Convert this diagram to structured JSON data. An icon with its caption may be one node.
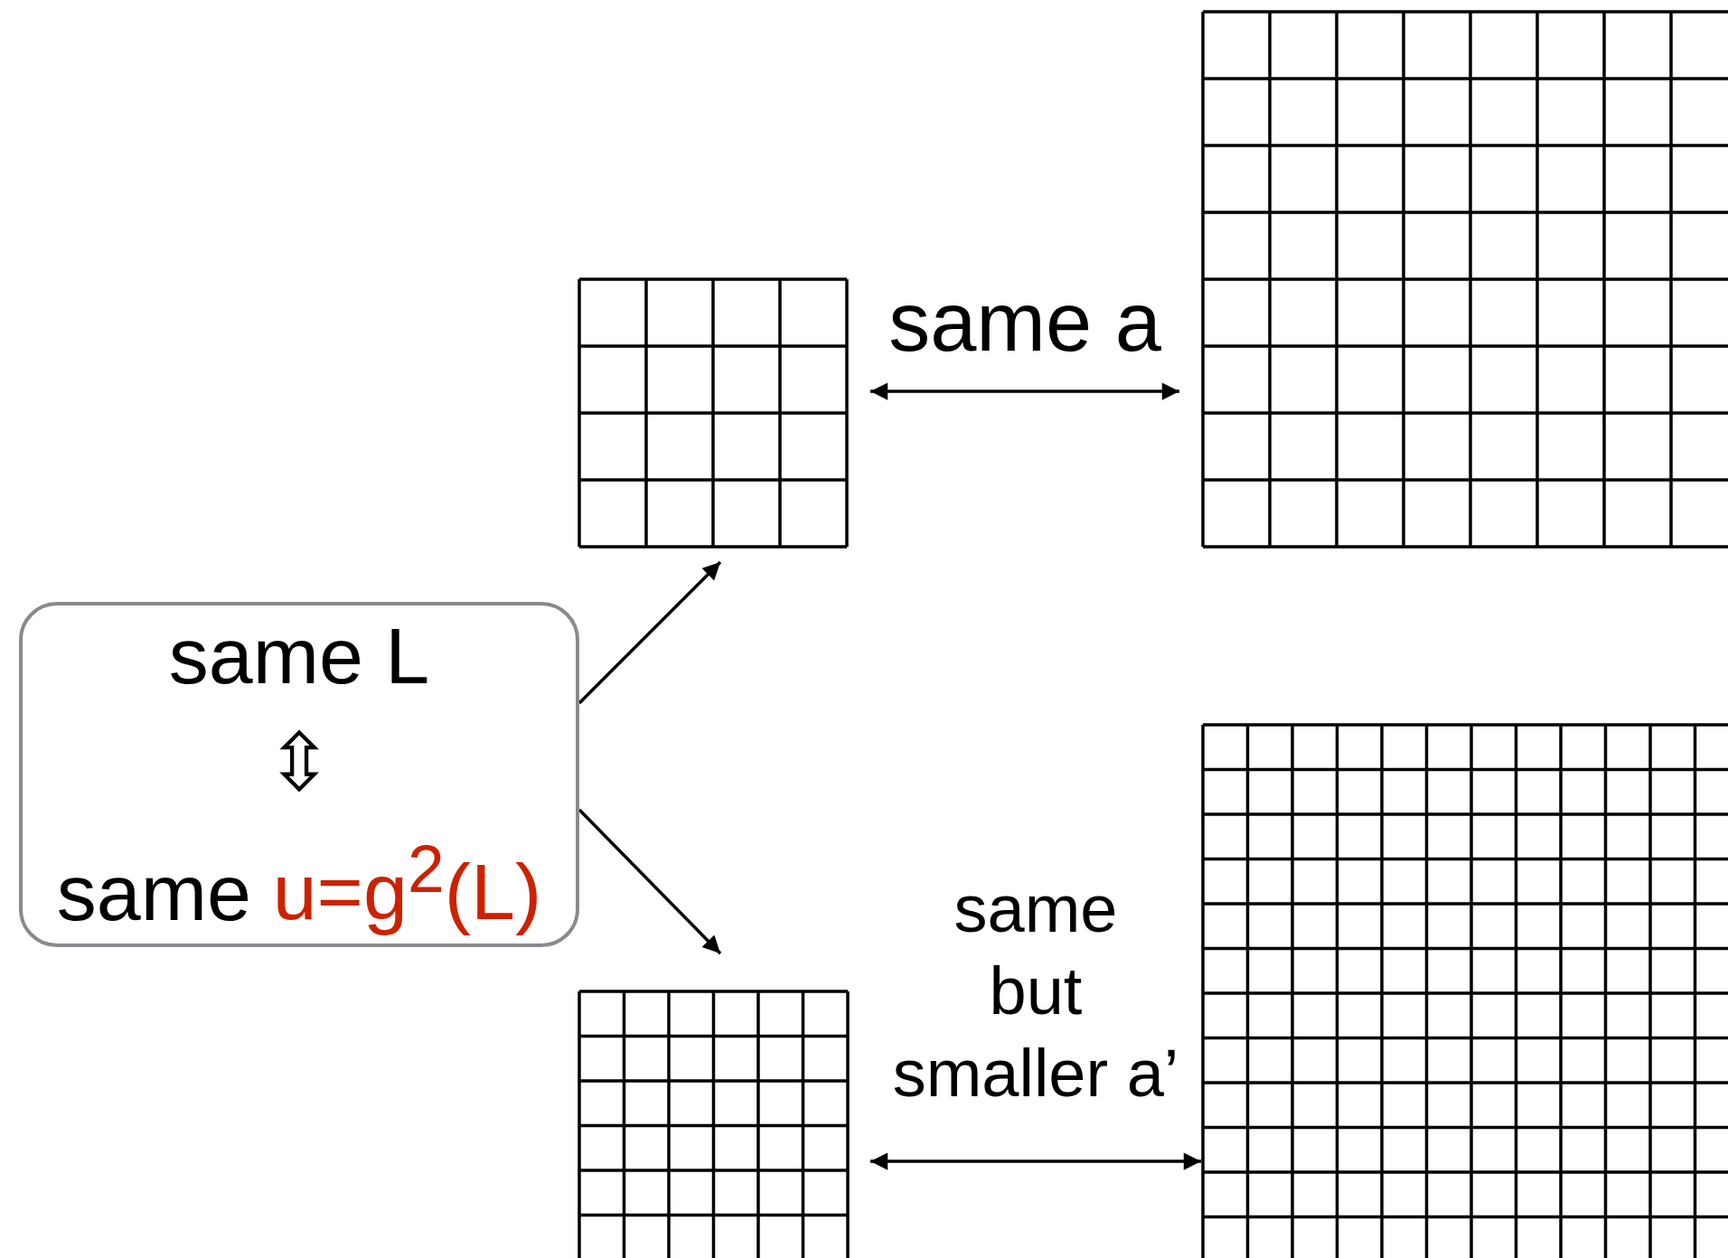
{
  "diagram": {
    "nodes": [
      {
        "text": [
          "same L",
          "⇳",
          "same",
          "u=g$^{2}$(L)"
        ]
      },
      {
        "text": [],
        "shape": "grid"
      },
      {
        "text": [],
        "shape": "grid"
      },
      {
        "text": [],
        "shape": "grid"
      },
      {
        "text": [],
        "shape": "grid"
      }
    ],
    "edges": [
      {
        "from": 0,
        "to": 1,
        "arrow": "to"
      },
      {
        "from": 0,
        "to": 3,
        "arrow": "to"
      },
      {
        "from": 1,
        "to": 2,
        "arrow": "both",
        "label": "same a"
      },
      {
        "from": 3,
        "to": 4,
        "arrow": "both",
        "label": "same but smaller a’"
      }
    ]
  }
}
